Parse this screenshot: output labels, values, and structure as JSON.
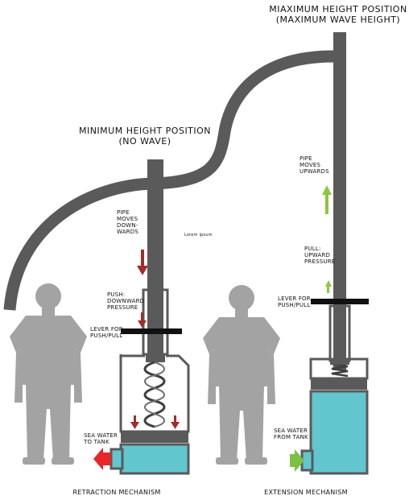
{
  "left": {
    "title_line1": "MINIMUM HEIGHT POSITION",
    "title_line2": "(NO WAVE)",
    "pipe_label": [
      "PIPE",
      "MOVES",
      "DOWN-",
      "WARDS"
    ],
    "pressure_label": [
      "PUSH:",
      "DOWNWARD",
      "PRESSURE"
    ],
    "lever_label": [
      "LEVER FOR",
      "PUSH/PULL"
    ],
    "water_label": [
      "SEA WATER",
      "TO TANK"
    ],
    "caption": "RETRACTION MECHANISM"
  },
  "right": {
    "title_line1": "MIAXIMUM HEIGHT POSITION",
    "title_line2": "(MAXIMUM WAVE HEIGHT)",
    "pipe_label": [
      "PIPE",
      "MOVES",
      "UPWARDS"
    ],
    "pressure_label": [
      "PULL:",
      "UPWARD",
      "PRESSURE"
    ],
    "lever_label": [
      "LEVER FOR",
      "PUSH/PULL"
    ],
    "water_label": [
      "SEA WATER",
      "FROM TANK"
    ],
    "caption": "EXTENSION MECHANISM"
  },
  "placeholder_text": "Lorem ipsum",
  "colors": {
    "pipe": "#5a5a5a",
    "pipe_dark": "#3f3f3f",
    "housing": "#5a5a5a",
    "water": "#62c6cf",
    "person": "#a3a3a3",
    "arrow_down": "#a52a2a",
    "arrow_up": "#8dc63f",
    "arrow_out": "#e8262a",
    "arrow_in": "#7cc142",
    "lever": "#111111"
  }
}
